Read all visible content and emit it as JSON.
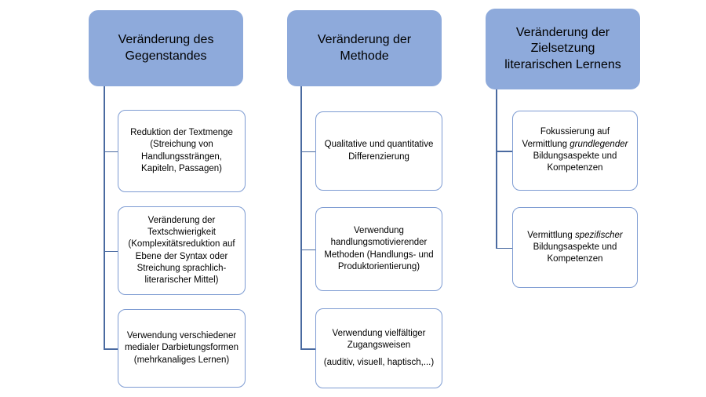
{
  "diagram": {
    "colors": {
      "background": "#FFFFFF",
      "header_fill": "#8EAADB",
      "header_text": "#000000",
      "child_fill": "#FFFFFF",
      "child_border": "#7D9BD2",
      "child_text": "#000000",
      "connector": "#4A6AA0"
    },
    "columns": [
      {
        "header": "Veränderung des Gegenstandes",
        "children": [
          {
            "paragraphs": [
              [
                {
                  "text": "Reduktion der Textmenge (Streichung von Handlungssträngen, Kapiteln, Passagen)"
                }
              ]
            ]
          },
          {
            "paragraphs": [
              [
                {
                  "text": "Veränderung der Textschwierigkeit (Komplexitätsreduktion auf Ebene der Syntax oder Streichung sprachlich-literarischer Mittel)"
                }
              ]
            ]
          },
          {
            "paragraphs": [
              [
                {
                  "text": "Verwendung verschiedener medialer Darbietungsformen (mehrkanaliges Lernen)"
                }
              ]
            ]
          }
        ]
      },
      {
        "header": "Veränderung der Methode",
        "children": [
          {
            "paragraphs": [
              [
                {
                  "text": "Qualitative und quantitative Differenzierung"
                }
              ]
            ]
          },
          {
            "paragraphs": [
              [
                {
                  "text": "Verwendung handlungsmotivierender Methoden (Handlungs- und Produktorientierung)"
                }
              ]
            ]
          },
          {
            "paragraphs": [
              [
                {
                  "text": "Verwendung vielfältiger Zugangsweisen"
                }
              ],
              [
                {
                  "text": "(auditiv, visuell, haptisch,...)"
                }
              ]
            ]
          }
        ]
      },
      {
        "header": "Veränderung der Zielsetzung literarischen Lernens",
        "children": [
          {
            "paragraphs": [
              [
                {
                  "text": "Fokussierung auf Vermittlung "
                },
                {
                  "text": "grundlegender",
                  "italic": true
                },
                {
                  "text": " Bildungsaspekte und Kompetenzen"
                }
              ]
            ]
          },
          {
            "paragraphs": [
              [
                {
                  "text": "Vermittlung "
                },
                {
                  "text": "spezifischer",
                  "italic": true
                },
                {
                  "text": " Bildungsaspekte und Kompetenzen"
                }
              ]
            ]
          }
        ]
      }
    ]
  }
}
